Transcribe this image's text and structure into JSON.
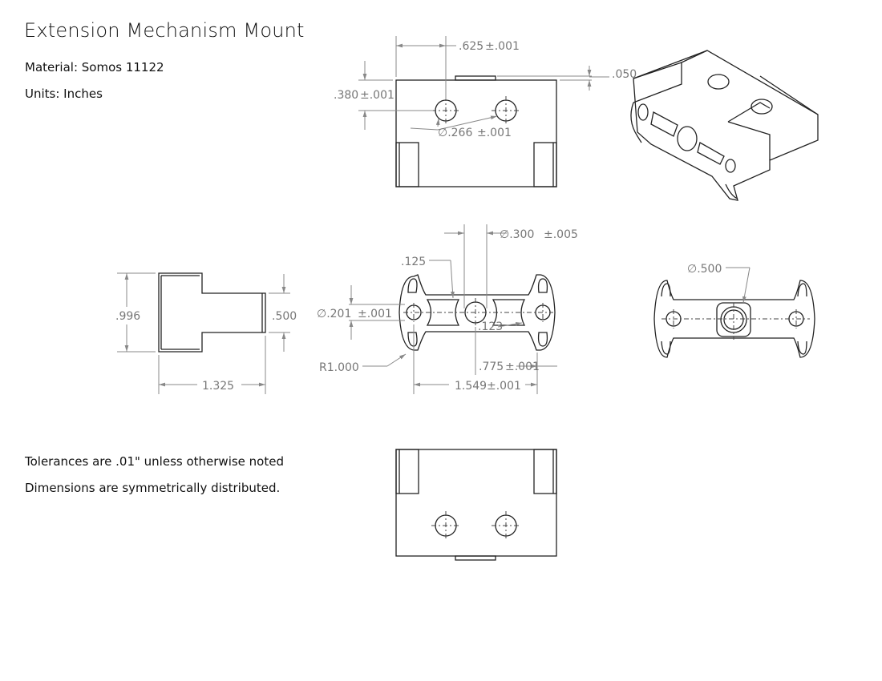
{
  "title": "Extension Mechanism Mount",
  "material": "Material: Somos 11122",
  "units": "Units: Inches",
  "tolerance_note": "Tolerances are .01\" unless otherwise noted",
  "symmetry_note": "Dimensions are symmetrically distributed.",
  "dimensions": {
    "hole_spacing": ".625",
    "hole_spacing_tol": "±.001",
    "boss_height": ".050",
    "hole_offset": ".380",
    "hole_offset_tol": "±.001",
    "hole_dia": "∅.266",
    "hole_dia_tol": "±.001",
    "side_height": ".996",
    "side_neck": ".500",
    "side_length": "1.325",
    "center_bore": "∅.300",
    "center_bore_tol": "±.005",
    "slot_width": ".125",
    "end_hole_dia": "∅.201",
    "end_hole_tol": "±.001",
    "web": ".123",
    "end_radius": "R1.000",
    "half_span": ".775",
    "half_span_tol": "±.001",
    "overall_span": "1.549",
    "overall_span_tol": "±.001",
    "shaft_dia": "∅.500"
  }
}
